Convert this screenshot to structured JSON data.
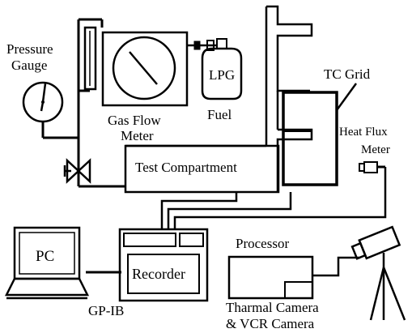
{
  "labels": {
    "pressure_gauge_line1": "Pressure",
    "pressure_gauge_line2": "Gauge",
    "gas_flow_meter_line1": "Gas Flow",
    "gas_flow_meter_line2": "Meter",
    "lpg": "LPG",
    "fuel": "Fuel",
    "tc_grid": "TC Grid",
    "heat_flux_line1": "Heat Flux",
    "heat_flux_line2": "Meter",
    "test_compartment": "Test Compartment",
    "pc": "PC",
    "recorder": "Recorder",
    "processor": "Processor",
    "gpib": "GP-IB",
    "camera_line1": "Tharmal Camera",
    "camera_line2": "& VCR Camera"
  }
}
